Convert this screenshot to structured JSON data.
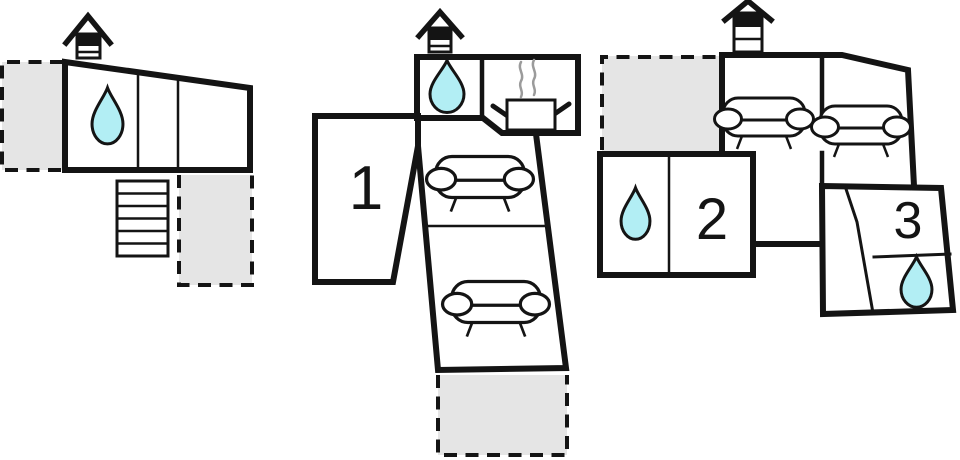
{
  "plan": {
    "type": "floor-plan",
    "rooms": [
      {
        "id": "room-1",
        "label": "1"
      },
      {
        "id": "room-2",
        "label": "2"
      },
      {
        "id": "room-3",
        "label": "3"
      }
    ],
    "colors": {
      "wall": "#141414",
      "water_drop": "#b2eef4",
      "terrace_fill": "#e5e5e5",
      "steam": "#9b9b9b",
      "background": "#ffffff"
    },
    "icons": {
      "water-drop": "teardrop shape (bathroom / shower)",
      "chimney": "house roof with striped chimney body",
      "sofa": "couch front view with arm rests and legs",
      "stove": "pot with two handles and steam lines",
      "stairs": "rectangle with horizontal treads",
      "terrace": "grey dashed-outline area"
    },
    "buildings": [
      {
        "name": "left-building",
        "features": [
          "chimney",
          "bathroom-water-drop",
          "two-rooms",
          "stairs",
          "left-terrace",
          "bottom-terrace"
        ]
      },
      {
        "name": "middle-building",
        "features": [
          "chimney",
          "bathroom-water-drop",
          "kitchen-stove",
          "room-1",
          "two-sofa-living-areas",
          "bottom-terrace"
        ]
      },
      {
        "name": "right-building",
        "features": [
          "chimney",
          "top-terrace",
          "two-sofa-living-areas",
          "bathroom-water-drop",
          "room-2",
          "room-3",
          "shower-water-drop"
        ]
      }
    ]
  }
}
